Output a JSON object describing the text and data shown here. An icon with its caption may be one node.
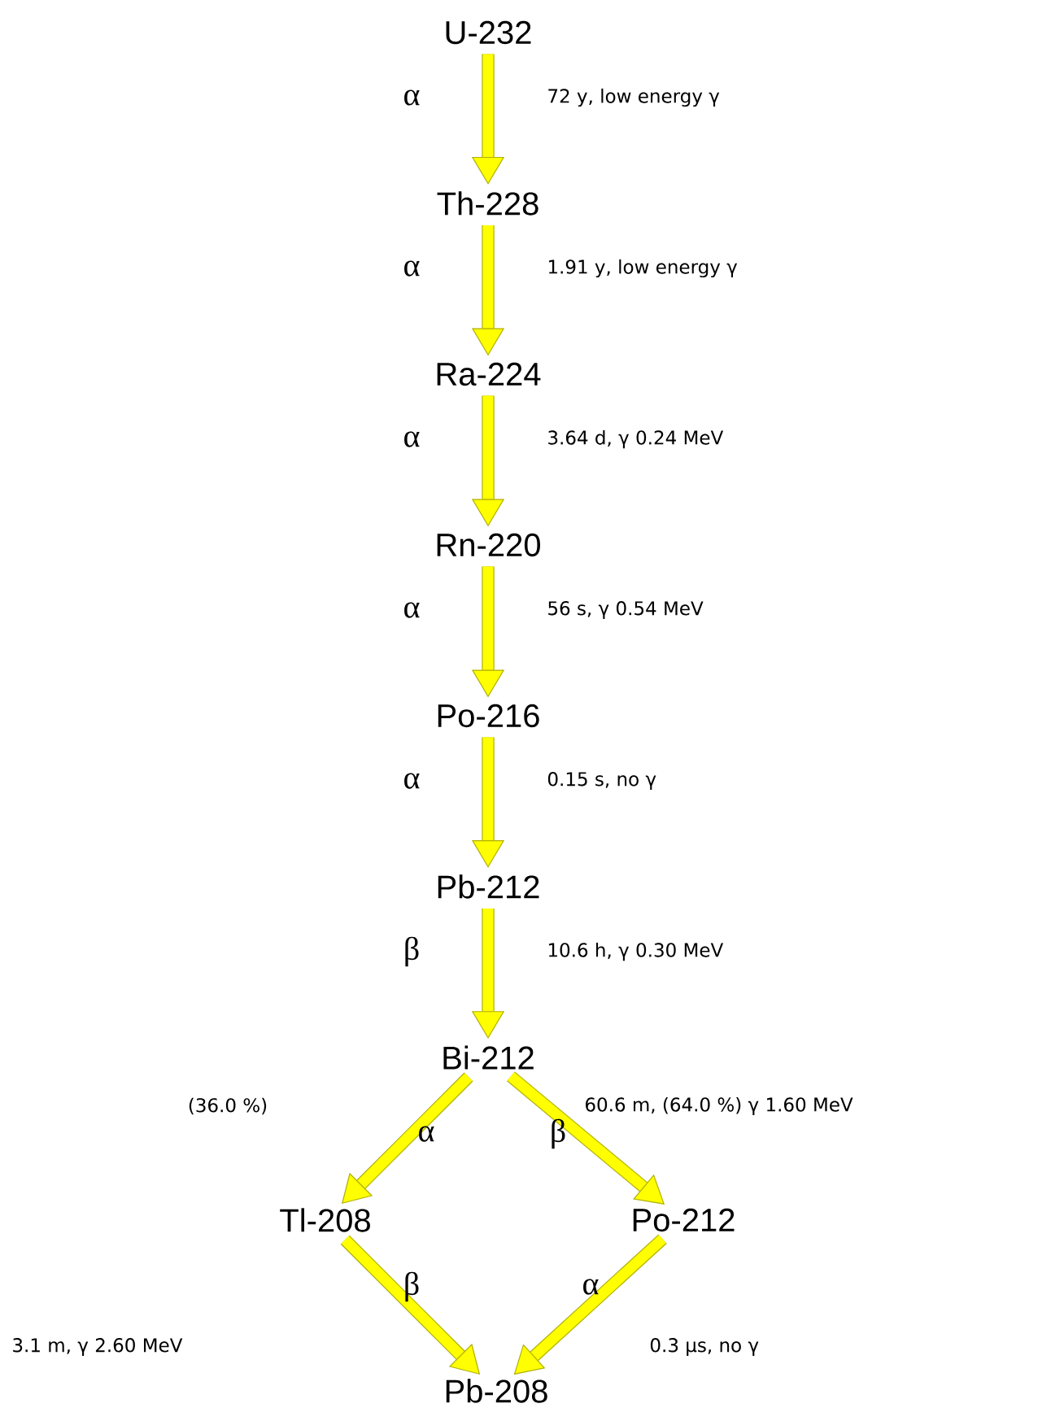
{
  "diagram": {
    "nodes": [
      {
        "text": [
          "U-232"
        ]
      },
      {
        "text": [
          "Th-228"
        ]
      },
      {
        "text": [
          "Ra-224"
        ]
      },
      {
        "text": [
          "Rn-220"
        ]
      },
      {
        "text": [
          "Po-216"
        ]
      },
      {
        "text": [
          "Pb-212"
        ]
      },
      {
        "text": [
          "Bi-212"
        ]
      },
      {
        "text": [
          "Tl-208"
        ]
      },
      {
        "text": [
          "Po-212"
        ]
      },
      {
        "text": [
          "Pb-208"
        ]
      }
    ],
    "edges": [
      {
        "from": 0,
        "to": 1,
        "arrow": "to",
        "label": "α"
      },
      {
        "from": 1,
        "to": 2,
        "arrow": "to",
        "label": "α"
      },
      {
        "from": 2,
        "to": 3,
        "arrow": "to",
        "label": "α"
      },
      {
        "from": 3,
        "to": 4,
        "arrow": "to",
        "label": "α"
      },
      {
        "from": 4,
        "to": 5,
        "arrow": "to",
        "label": "α"
      },
      {
        "from": 5,
        "to": 6,
        "arrow": "to",
        "label": "β"
      },
      {
        "from": 6,
        "to": 7,
        "arrow": "to",
        "label": "α"
      },
      {
        "from": 6,
        "to": 8,
        "arrow": "to",
        "label": "β"
      },
      {
        "from": 7,
        "to": 9,
        "arrow": "to",
        "label": "β"
      },
      {
        "from": 8,
        "to": 9,
        "arrow": "to",
        "label": "α"
      }
    ],
    "labels": [
      "72 y, low energy γ",
      "1.91 y, low energy γ",
      "3.64 d, γ 0.24 MeV",
      "56 s, γ 0.54 MeV",
      "0.15 s, no γ",
      "10.6 h, γ 0.30 MeV",
      "(36.0 %)",
      "60.6 m, (64.0 %) γ 1.60 MeV",
      "3.1 m, γ 2.60 MeV",
      "0.3 μs, no γ"
    ]
  }
}
